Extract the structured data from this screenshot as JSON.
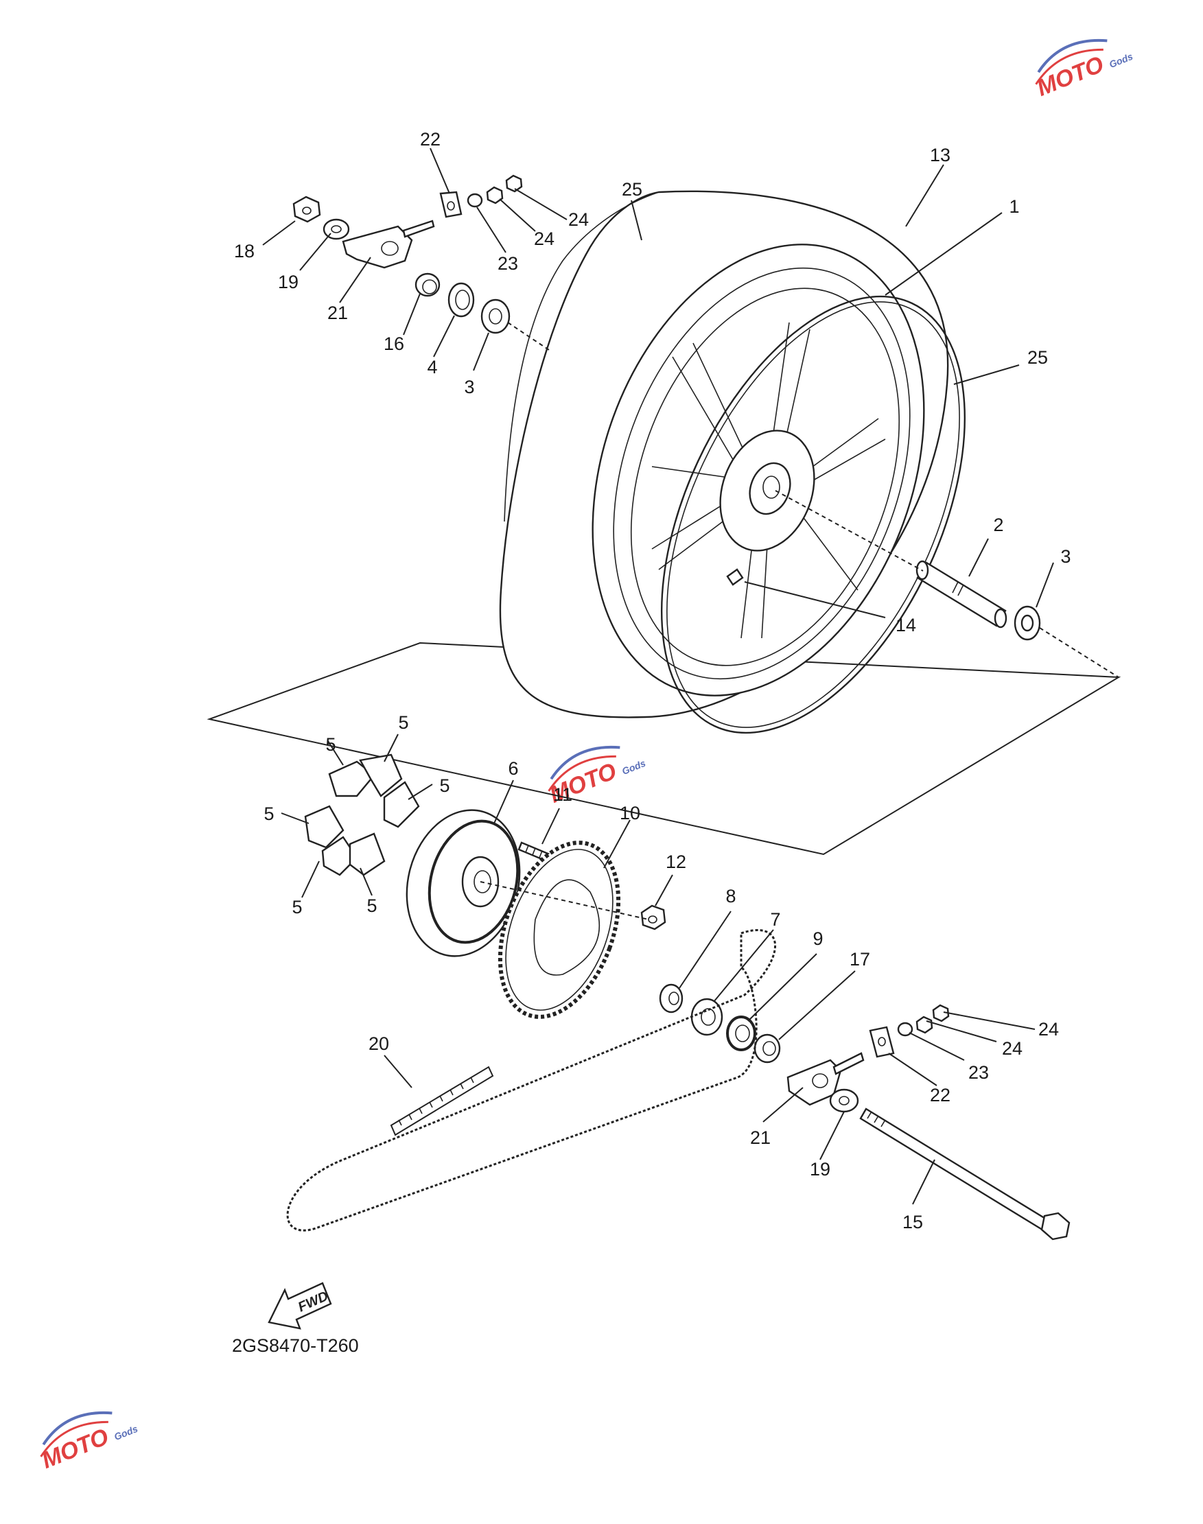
{
  "diagram_code": "2GS8470-T260",
  "fwd_label": "FWD",
  "watermark": {
    "text": "MOTO",
    "subtext": "Gods",
    "color_red": "#e04040",
    "color_blue": "#5a6fb8"
  },
  "callouts": [
    {
      "id": "c22a",
      "text": "22"
    },
    {
      "id": "c13",
      "text": "13"
    },
    {
      "id": "c25a",
      "text": "25"
    },
    {
      "id": "c1",
      "text": "1"
    },
    {
      "id": "c18a",
      "text": "18"
    },
    {
      "id": "c19a",
      "text": "19"
    },
    {
      "id": "c21a",
      "text": "21"
    },
    {
      "id": "c24a",
      "text": "24"
    },
    {
      "id": "c24b",
      "text": "24"
    },
    {
      "id": "c23a",
      "text": "23"
    },
    {
      "id": "c16",
      "text": "16"
    },
    {
      "id": "c4",
      "text": "4"
    },
    {
      "id": "c3a",
      "text": "3"
    },
    {
      "id": "c25b",
      "text": "25"
    },
    {
      "id": "c2",
      "text": "2"
    },
    {
      "id": "c3b",
      "text": "3"
    },
    {
      "id": "c14",
      "text": "14"
    },
    {
      "id": "c5a",
      "text": "5"
    },
    {
      "id": "c5b",
      "text": "5"
    },
    {
      "id": "c5c",
      "text": "5"
    },
    {
      "id": "c5d",
      "text": "5"
    },
    {
      "id": "c5e",
      "text": "5"
    },
    {
      "id": "c5f",
      "text": "5"
    },
    {
      "id": "c6",
      "text": "6"
    },
    {
      "id": "c11",
      "text": "11"
    },
    {
      "id": "c10",
      "text": "10"
    },
    {
      "id": "c12",
      "text": "12"
    },
    {
      "id": "c8",
      "text": "8"
    },
    {
      "id": "c7",
      "text": "7"
    },
    {
      "id": "c9",
      "text": "9"
    },
    {
      "id": "c17",
      "text": "17"
    },
    {
      "id": "c24c",
      "text": "24"
    },
    {
      "id": "c24d",
      "text": "24"
    },
    {
      "id": "c23b",
      "text": "23"
    },
    {
      "id": "c22b",
      "text": "22"
    },
    {
      "id": "c20",
      "text": "20"
    },
    {
      "id": "c21b",
      "text": "21"
    },
    {
      "id": "c19b",
      "text": "19"
    },
    {
      "id": "c15",
      "text": "15"
    }
  ]
}
